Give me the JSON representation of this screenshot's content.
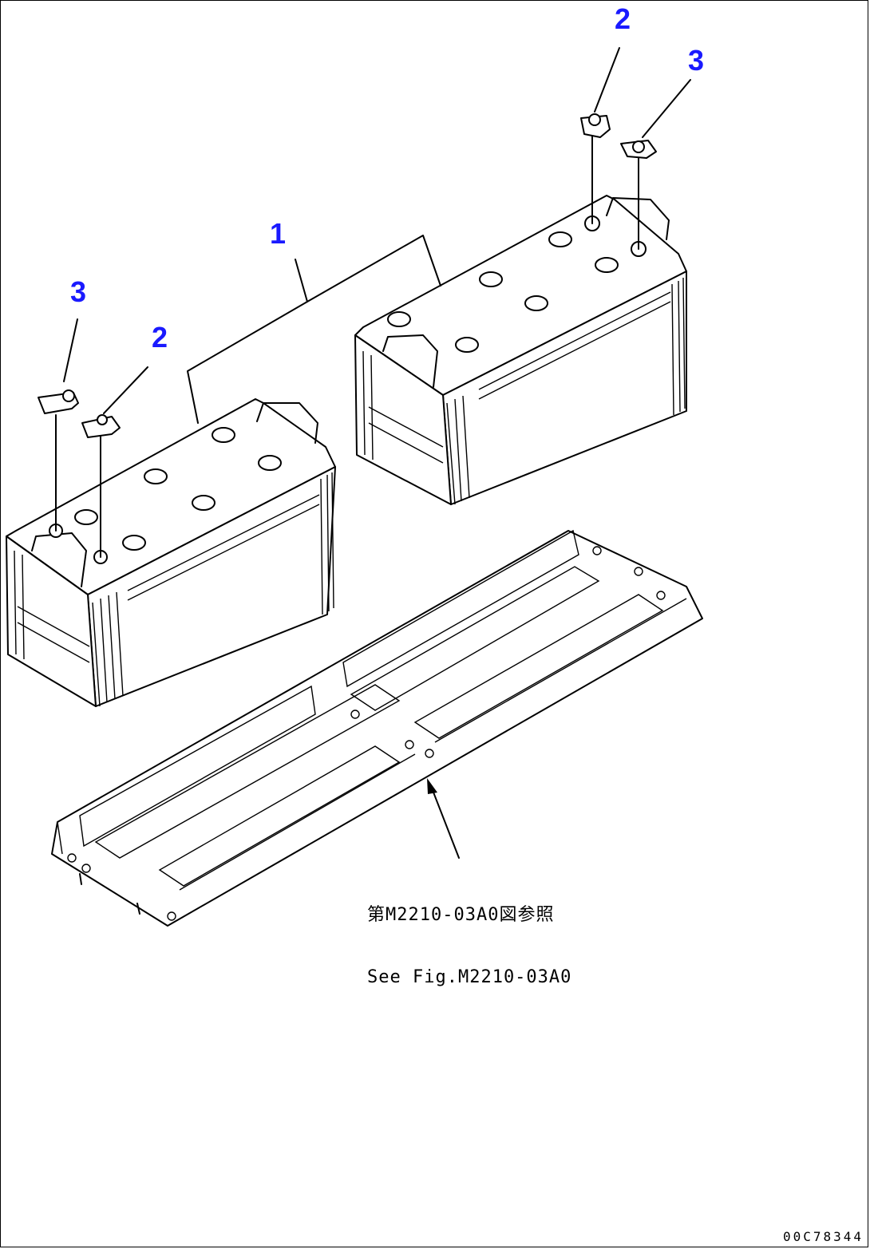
{
  "callouts": {
    "battery": "1",
    "terminal_pos": "2",
    "terminal_neg": "3"
  },
  "reference_note": {
    "line_jp": "第M2210-03A0図参照",
    "line_en": "See Fig.M2210-03A0"
  },
  "drawing_id": "00C78344",
  "colors": {
    "callout": "#1a1aff",
    "line": "#000000",
    "background": "#ffffff"
  }
}
